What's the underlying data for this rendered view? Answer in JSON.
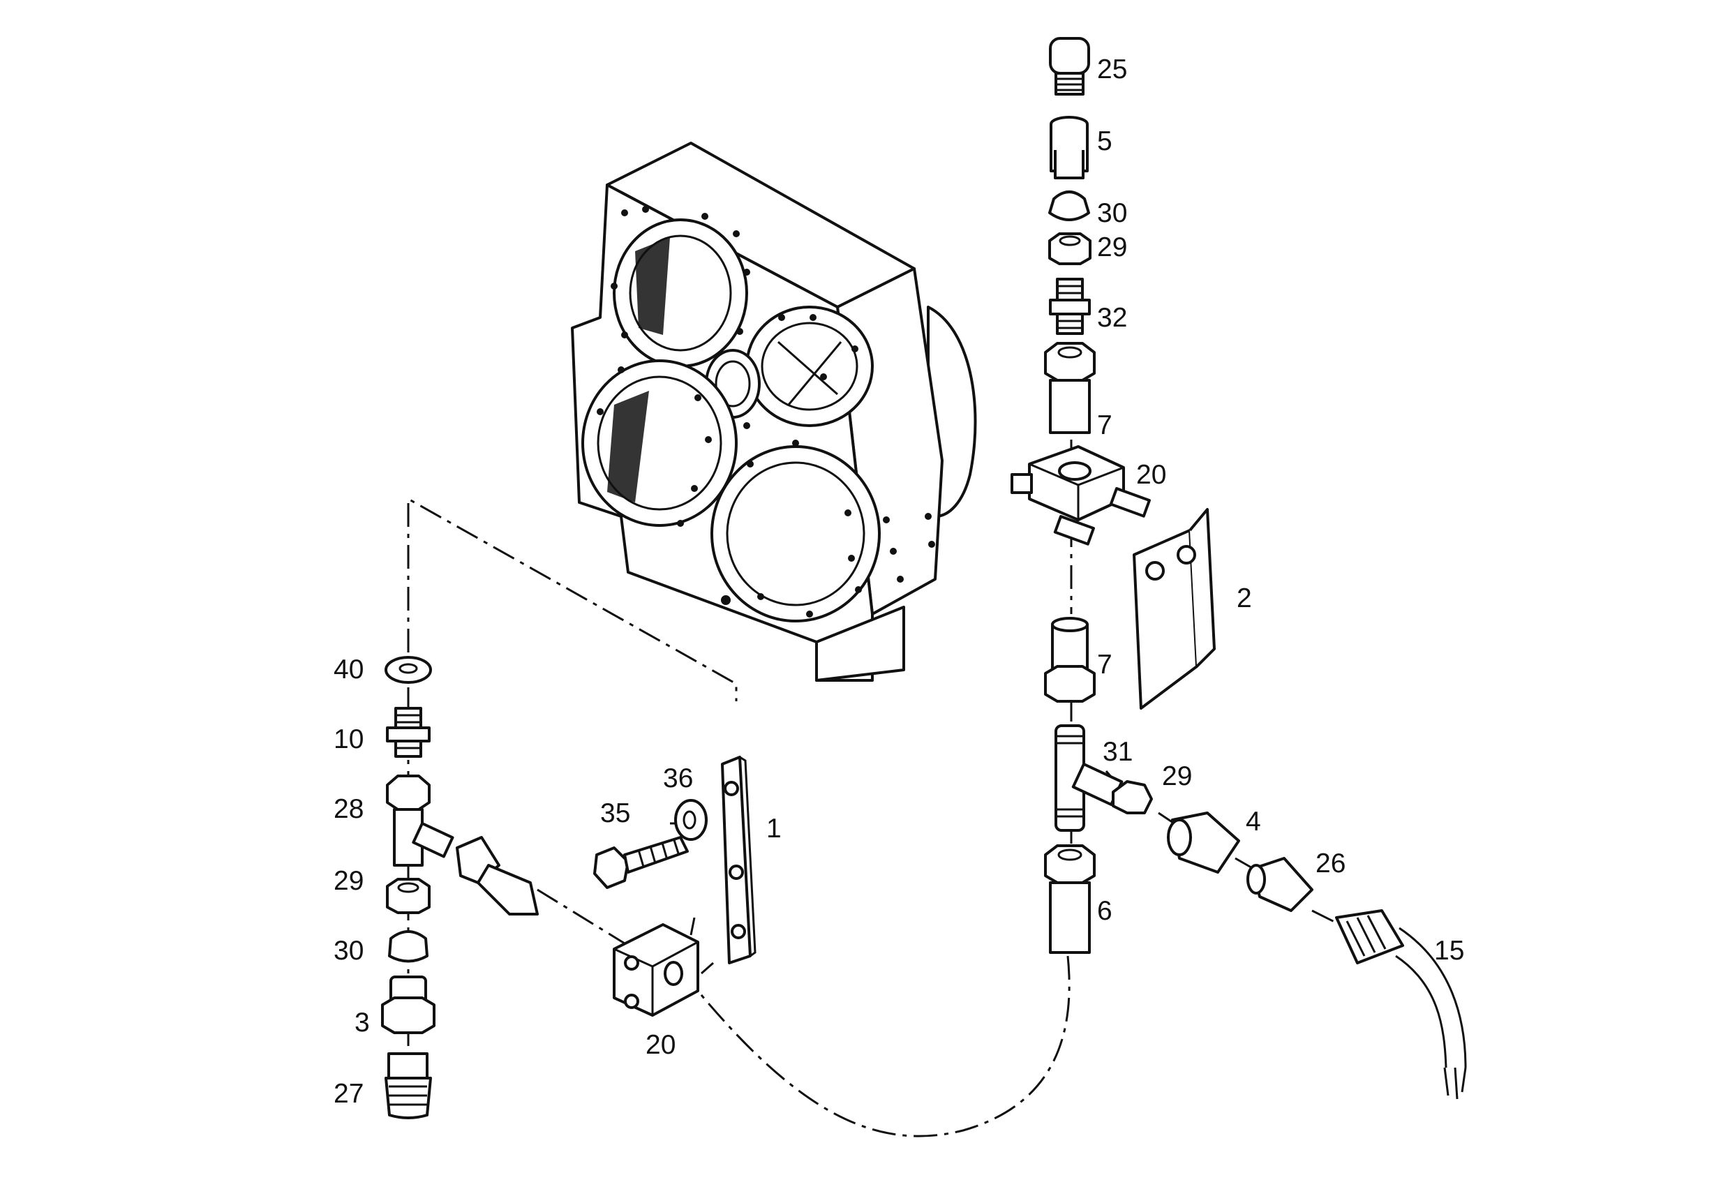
{
  "callouts": {
    "c25": "25",
    "c5": "5",
    "c30a": "30",
    "c29a": "29",
    "c32": "32",
    "c7a": "7",
    "c20a": "20",
    "c2": "2",
    "c7b": "7",
    "c31": "31",
    "c29b": "29",
    "c4": "4",
    "c26": "26",
    "c15": "15",
    "c6": "6",
    "c40": "40",
    "c10": "10",
    "c28": "28",
    "c29c": "29",
    "c30b": "30",
    "c3": "3",
    "c27": "27",
    "c36": "36",
    "c35": "35",
    "c1": "1",
    "c20b": "20"
  },
  "colors": {
    "ink": "#111111",
    "paper": "#ffffff"
  }
}
